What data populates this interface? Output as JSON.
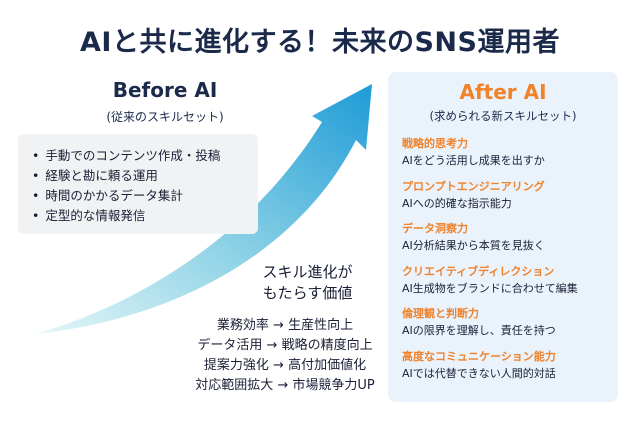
{
  "title": "AIと共に進化する！未来のSNS運用者",
  "before": {
    "title": "Before AI",
    "subtitle": "(従来のスキルセット)",
    "items": [
      "手動でのコンテンツ作成・投稿",
      "経験と勘に頼る運用",
      "時間のかかるデータ集計",
      "定型的な情報発信"
    ]
  },
  "value": {
    "title_line1": "スキル進化が",
    "title_line2": "もたらす価値",
    "items": [
      "業務効率 → 生産性向上",
      "データ活用 → 戦略の精度向上",
      "提案力強化 → 高付加価値化",
      "対応範囲拡大 → 市場競争力UP"
    ]
  },
  "after": {
    "title": "After AI",
    "subtitle": "(求められる新スキルセット)",
    "skills": [
      {
        "name": "戦略的思考力",
        "desc": "AIをどう活用し成果を出すか"
      },
      {
        "name": "プロンプトエンジニアリング",
        "desc": "AIへの的確な指示能力"
      },
      {
        "name": "データ洞察力",
        "desc": "AI分析結果から本質を見抜く"
      },
      {
        "name": "クリエイティブディレクション",
        "desc": "AI生成物をブランドに合わせて編集"
      },
      {
        "name": "倫理観と判断力",
        "desc": "AIの限界を理解し、責任を持つ"
      },
      {
        "name": "高度なコミュニケーション能力",
        "desc": "AIでは代替できない人間的対話"
      }
    ]
  },
  "colors": {
    "accent": "#f0822a",
    "arrow_start": "#cdeef3",
    "arrow_end": "#1e9bd6",
    "after_bg": "#eaf2fb",
    "before_bg": "#f1f2f4"
  }
}
